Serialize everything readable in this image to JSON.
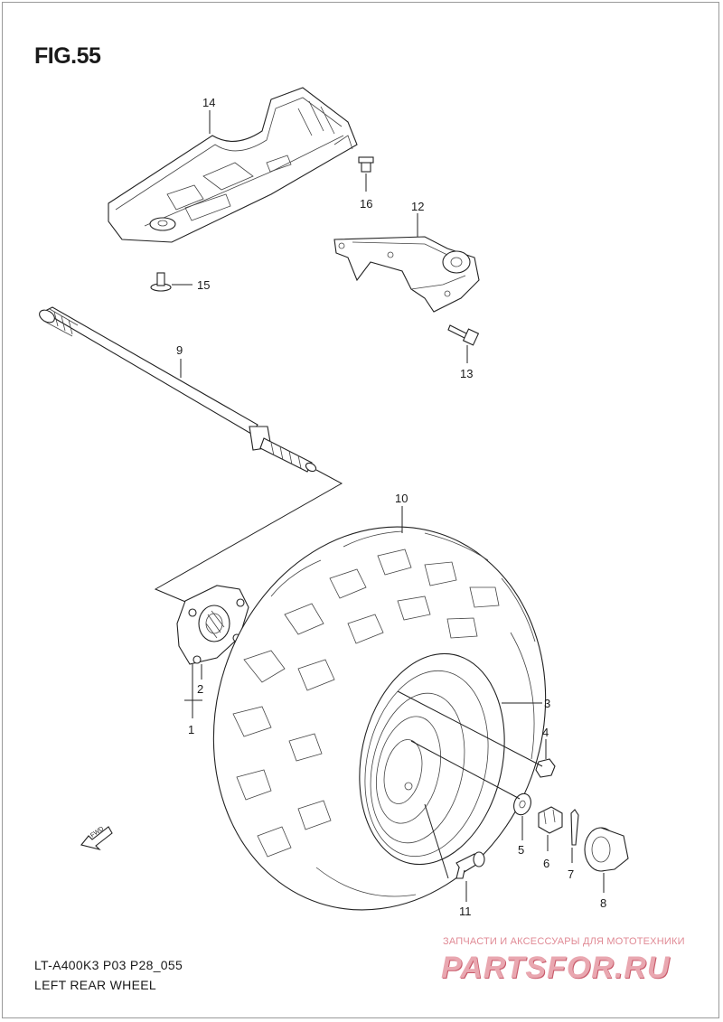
{
  "figure": {
    "title": "FIG.55",
    "model_code": "LT-A400K3 P03 P28_055",
    "name": "LEFT REAR WHEEL"
  },
  "callouts": [
    "1",
    "2",
    "3",
    "4",
    "5",
    "6",
    "7",
    "8",
    "9",
    "10",
    "11",
    "12",
    "13",
    "14",
    "15",
    "16"
  ],
  "fwd_label": "FWD",
  "watermark": {
    "tagline": "ЗАПЧАСТИ И АКСЕССУАРЫ ДЛЯ МОТОТЕХНИКИ",
    "brand": "PARTSFOR.RU"
  },
  "colors": {
    "line": "#222222",
    "watermark": "#e9a7b0"
  }
}
